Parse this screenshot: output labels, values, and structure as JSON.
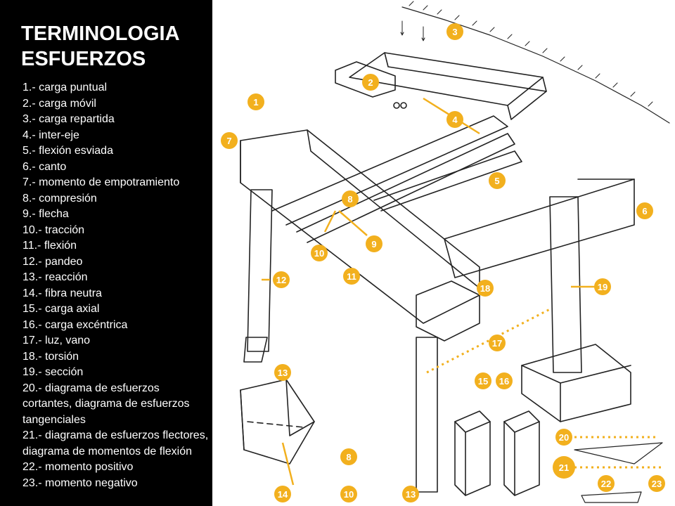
{
  "title": {
    "line1": "TERMINOLOGIA",
    "line2": "ESFUERZOS"
  },
  "terms": [
    "1.- carga puntual",
    "2.- carga móvil",
    "3.- carga repartida",
    "4.- inter-eje",
    "5.- flexión esviada",
    "6.- canto",
    "7.- momento de empotramiento",
    "8.- compresión",
    "9.- flecha",
    "10.- tracción",
    "11.- flexión",
    "12.- pandeo",
    "13.- reacción",
    "14.- fibra neutra",
    "15.- carga axial",
    "16.- carga excéntrica",
    "17.- luz, vano",
    "18.- torsión",
    "19.- sección",
    "20.- diagrama de esfuerzos cortantes, diagrama de esfuerzos tangenciales",
    "21.- diagrama de esfuerzos flectores, diagrama de momentos de flexión",
    "22.- momento positivo",
    "23.- momento negativo"
  ],
  "markers": [
    "1",
    "2",
    "3",
    "4",
    "5",
    "6",
    "7",
    "8",
    "9",
    "10",
    "11",
    "12",
    "13",
    "14",
    "15",
    "16",
    "17",
    "18",
    "19",
    "20",
    "21",
    "22",
    "23"
  ],
  "colors": {
    "sidebar_bg": "#000000",
    "sidebar_text": "#ffffff",
    "marker_fill": "#f2b01e",
    "marker_text": "#ffffff",
    "line_art": "#222222"
  }
}
